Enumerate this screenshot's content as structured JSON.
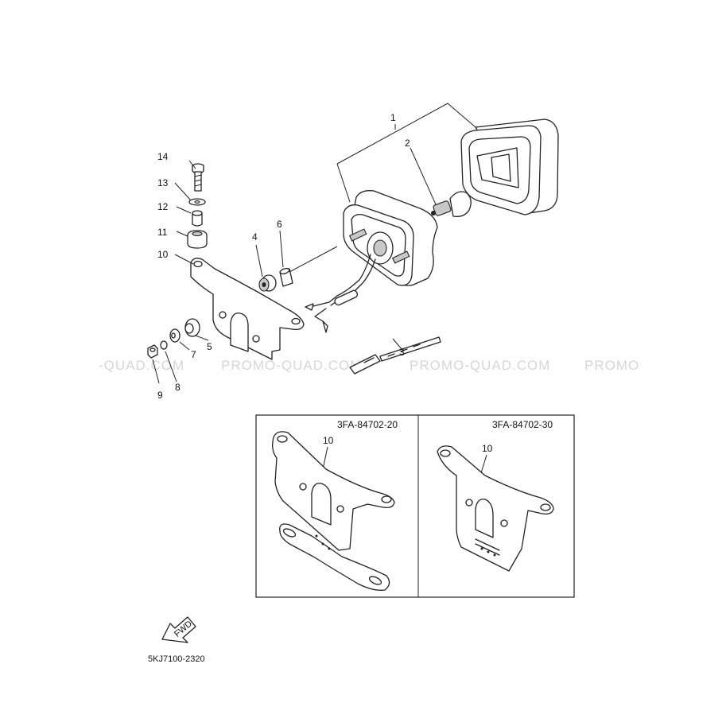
{
  "watermark": {
    "segments": [
      "-QUAD.COM",
      "PROMO-QUAD.COM",
      "PROMO-QUAD.COM",
      "PROMO"
    ]
  },
  "callouts": {
    "c1": "1",
    "c2": "2",
    "c3": "3",
    "c4": "4",
    "c5": "5",
    "c6": "6",
    "c7": "7",
    "c8": "8",
    "c9": "9",
    "c10": "10",
    "c11": "11",
    "c12": "12",
    "c13": "13",
    "c14": "14"
  },
  "variants": [
    {
      "code": "3FA-84702-20",
      "callout": "10"
    },
    {
      "code": "3FA-84702-30",
      "callout": "10"
    }
  ],
  "fwd_arrow": {
    "label": "FWD",
    "icon": "fwd-arrow-icon"
  },
  "diagram_code": "5KJ7100-2320"
}
